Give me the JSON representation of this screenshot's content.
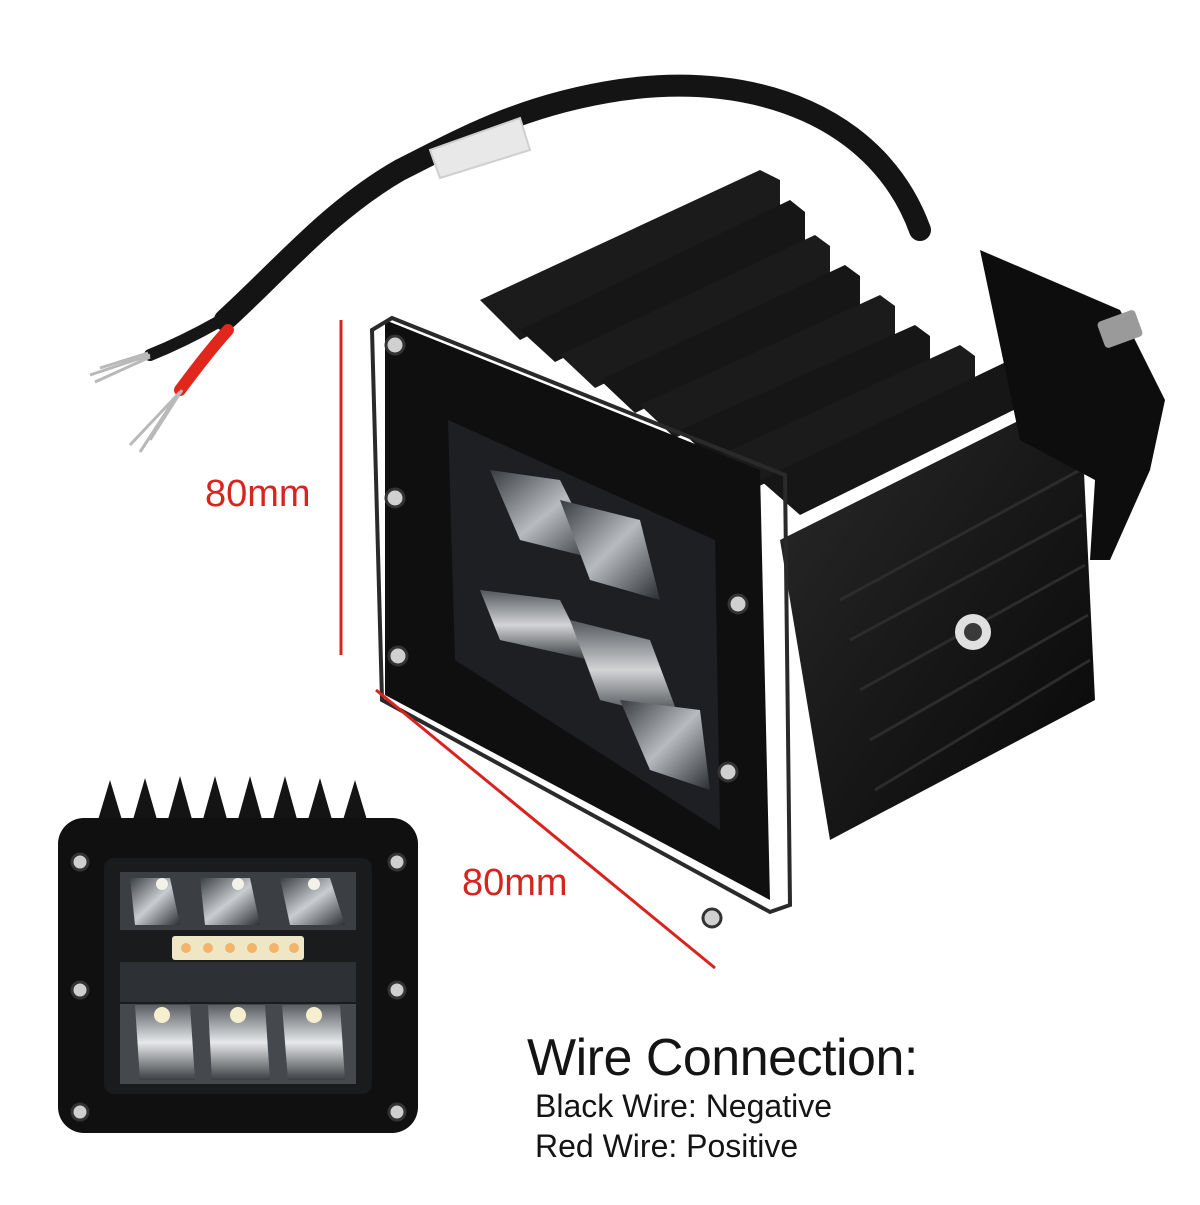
{
  "dimensions": {
    "height_label": "80mm",
    "width_label": "80mm",
    "accent_color": "#d8231f"
  },
  "wire_connection": {
    "title": "Wire Connection:",
    "lines": [
      "Black Wire: Negative",
      "Red Wire: Positive"
    ]
  },
  "product": {
    "description_icon": "led-work-light-icon",
    "body_color": "#111111"
  }
}
